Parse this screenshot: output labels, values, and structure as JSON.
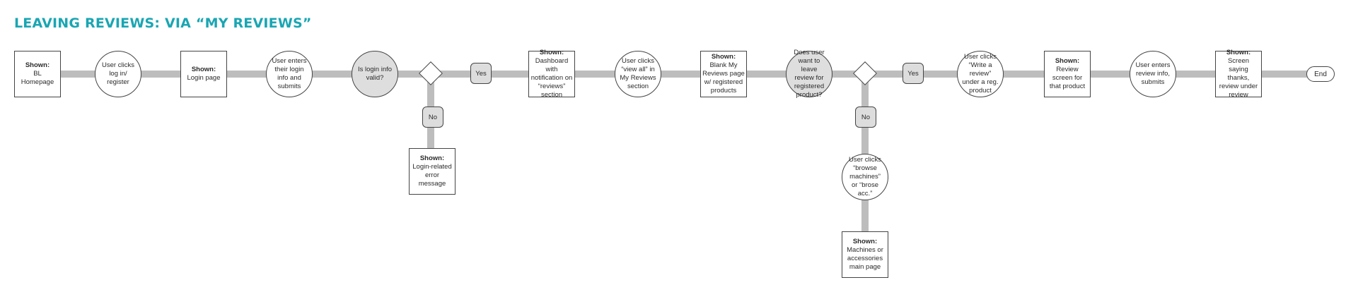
{
  "title": "LEAVING REVIEWS: VIA “MY REVIEWS”",
  "nodes": {
    "bl_homepage": {
      "label": "Shown:",
      "text": "BL Homepage"
    },
    "user_clicks_login": {
      "text": "User clicks log in/ register"
    },
    "login_page": {
      "label": "Shown:",
      "text": "Login page"
    },
    "user_enters_login": {
      "text": "User enters their login info and submits"
    },
    "login_valid": {
      "text": "Is login info valid?"
    },
    "yes_1": {
      "text": "Yes"
    },
    "no_1": {
      "text": "No"
    },
    "login_error": {
      "label": "Shown:",
      "text": "Login-related error message"
    },
    "dashboard": {
      "label": "Shown:",
      "text": "Dashboard with notification on “reviews” section"
    },
    "view_all": {
      "text": "User clicks “view all” in My Reviews section"
    },
    "blank_reviews": {
      "label": "Shown:",
      "text": "Blank My Reviews page w/ registered products"
    },
    "leave_review_q": {
      "text": "Does user want to leave review for registered product?"
    },
    "yes_2": {
      "text": "Yes"
    },
    "no_2": {
      "text": "No"
    },
    "browse": {
      "text": "User clicks “browse machines” or “brose acc.”"
    },
    "machines_page": {
      "label": "Shown:",
      "text": "Machines or accessories main page"
    },
    "write_review": {
      "text": "User clicks “Write a review” under a reg. product"
    },
    "review_screen": {
      "label": "Shown:",
      "text": "Review screen for that product"
    },
    "enters_review": {
      "text": "User enters review info, submits"
    },
    "thanks": {
      "label": "Shown:",
      "text": "Screen saying thanks, review under review"
    },
    "end": {
      "text": "End"
    }
  },
  "colors": {
    "title": "#1aa6b3",
    "connector": "#bdbdbd",
    "decision_fill": "#dedede",
    "tag_fill": "#dddddd"
  }
}
